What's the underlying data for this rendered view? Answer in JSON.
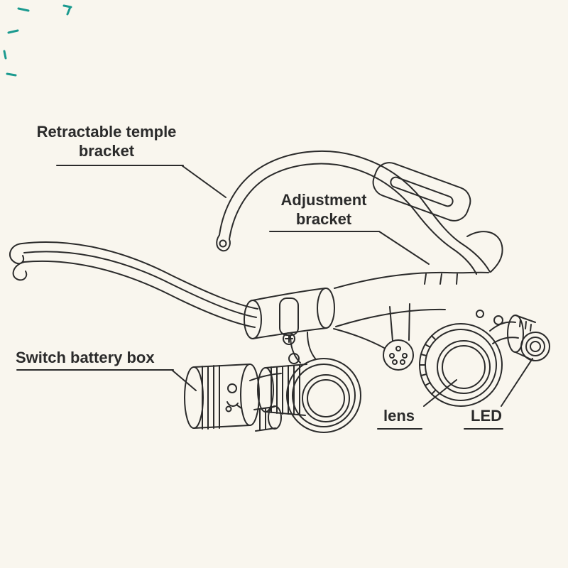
{
  "canvas": {
    "background": "#f9f6ee",
    "ink": "#2b2b2b",
    "speck": "#1b9a8f",
    "description": "Line-art diagram of a head-worn LED magnifier (eyeglass loupe) with callout labels"
  },
  "labels": {
    "retractable": {
      "line1": "Retractable temple",
      "line2": "bracket"
    },
    "adjustment": {
      "line1": "Adjustment",
      "line2": "bracket"
    },
    "battery": {
      "text": "Switch battery box"
    },
    "lens": {
      "text": "lens"
    },
    "led": {
      "text": "LED"
    }
  }
}
